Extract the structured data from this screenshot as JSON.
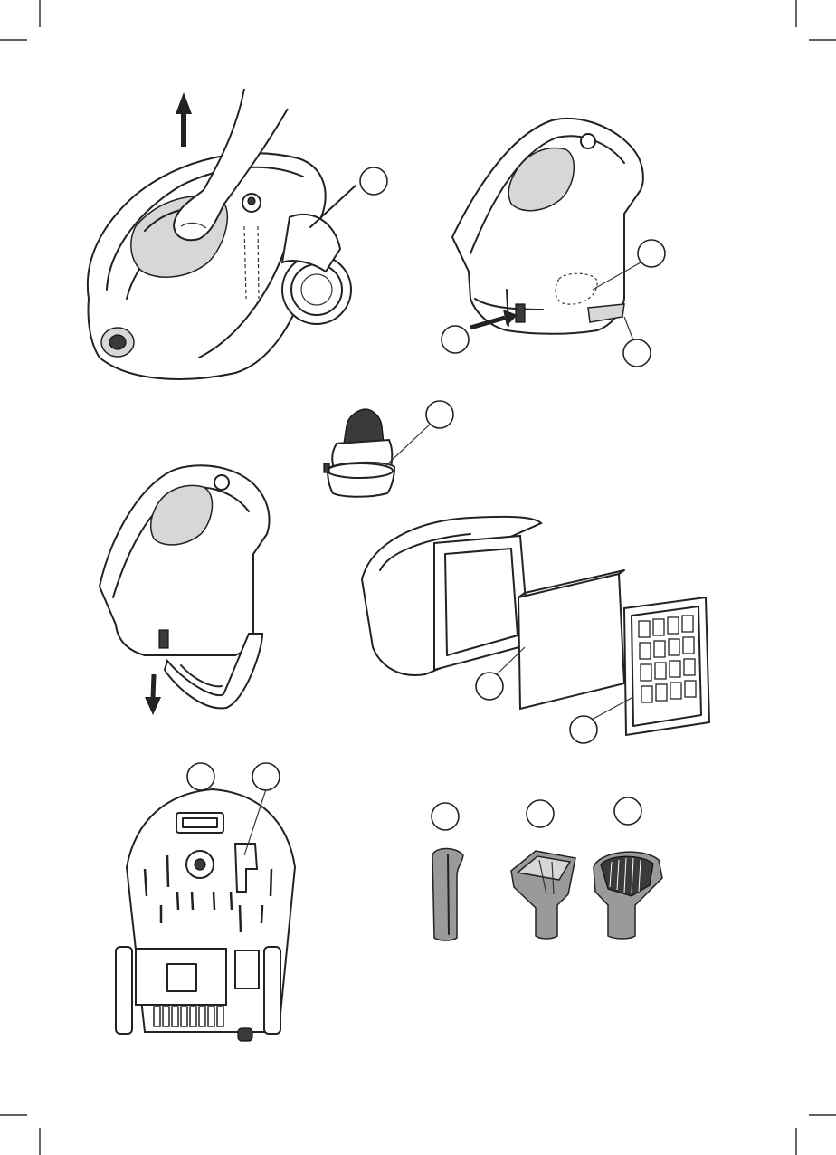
{
  "page": {
    "background": "#ffffff",
    "ink_color": "#222222",
    "callout_labels": [
      "",
      "",
      "",
      "",
      "",
      "",
      "",
      "",
      "",
      "",
      "",
      ""
    ]
  },
  "figures": [
    {
      "id": "fig-lift-dust-container",
      "icon": "vacuum-body-icon",
      "arrow": "up"
    },
    {
      "id": "fig-dust-container-release",
      "icon": "dust-container-icon"
    },
    {
      "id": "fig-cyclone-filter",
      "icon": "cyclone-filter-icon"
    },
    {
      "id": "fig-empty-dust-container",
      "icon": "open-container-icon",
      "arrow": "down"
    },
    {
      "id": "fig-filter-assembly",
      "icon": "filter-frame-icon"
    },
    {
      "id": "fig-bottom-view",
      "icon": "vacuum-bottom-icon"
    },
    {
      "id": "fig-crevice-nozzle",
      "icon": "crevice-nozzle-icon"
    },
    {
      "id": "fig-upholstery-nozzle",
      "icon": "upholstery-nozzle-icon"
    },
    {
      "id": "fig-dusting-brush",
      "icon": "dusting-brush-icon"
    }
  ]
}
